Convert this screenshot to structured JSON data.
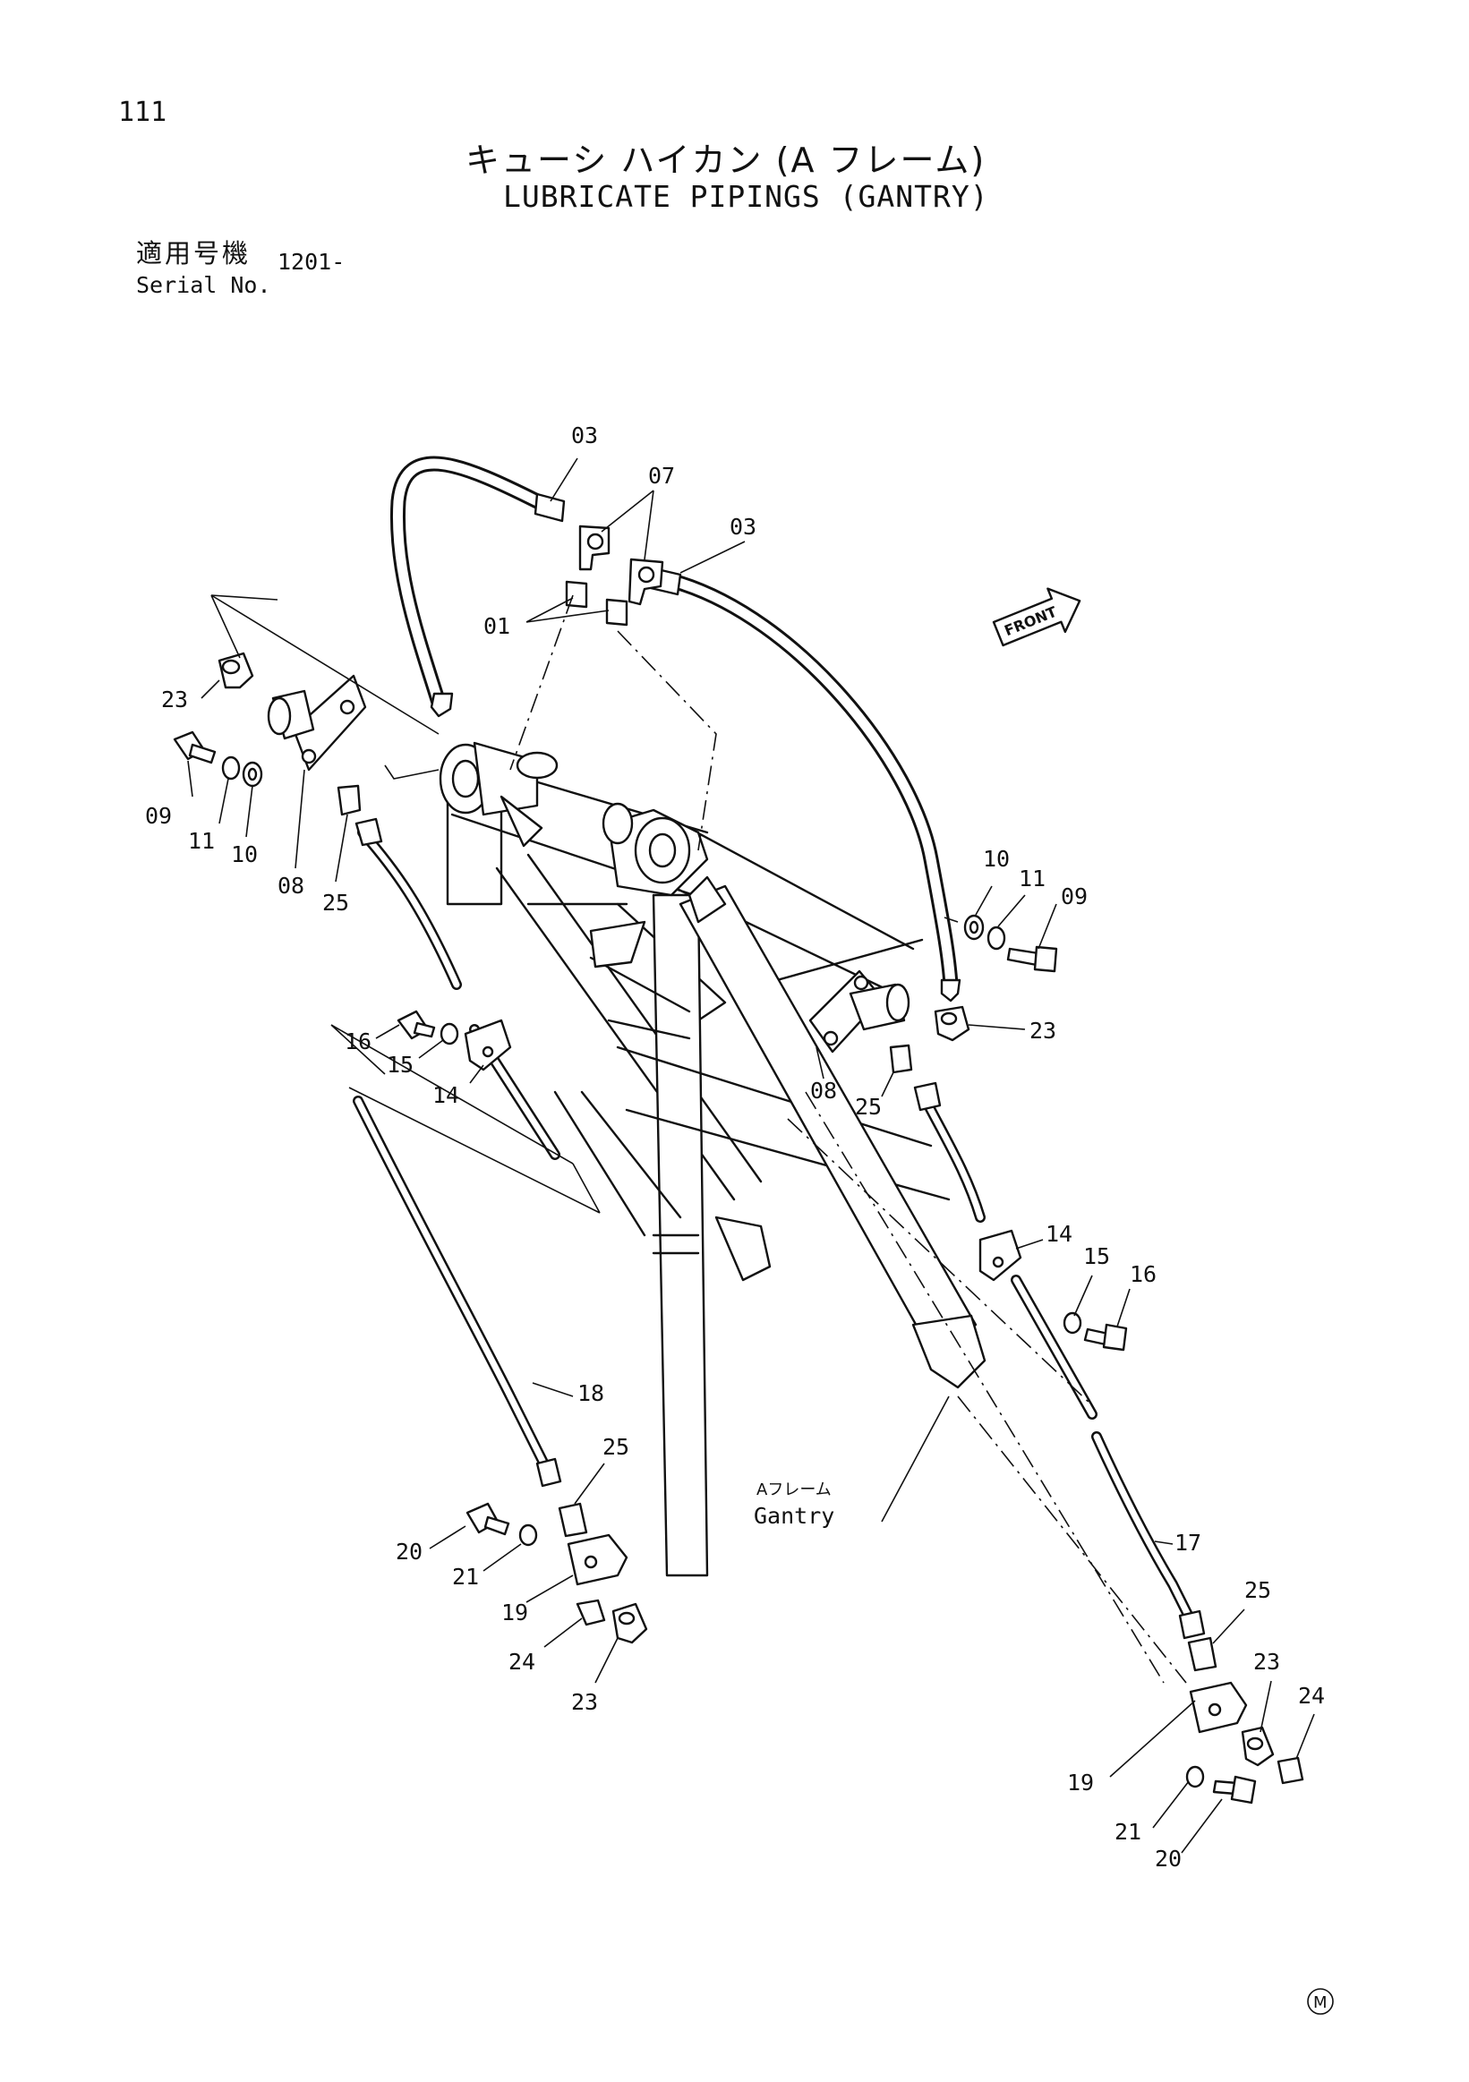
{
  "page": {
    "number": "111"
  },
  "title": {
    "jp": "キューシ ハイカン (A フレーム)",
    "en": "LUBRICATE PIPINGS (GANTRY)"
  },
  "serial": {
    "label_jp": "適用号機",
    "label_en": "Serial No.",
    "value": "1201-"
  },
  "diagram": {
    "front_arrow": "FRONT",
    "gantry_label_jp": "Aフレーム",
    "gantry_label_en": "Gantry",
    "callouts": {
      "c03a": "03",
      "c03b": "03",
      "c07": "07",
      "c01": "01",
      "c23a": "23",
      "c09a": "09",
      "c11a": "11",
      "c10a": "10",
      "c08a": "08",
      "c25a": "25",
      "c16a": "16",
      "c15a": "15",
      "c14a": "14",
      "c10b": "10",
      "c11b": "11",
      "c09b": "09",
      "c23b": "23",
      "c08b": "08",
      "c25b": "25",
      "c14b": "14",
      "c15b": "15",
      "c16b": "16",
      "c18": "18",
      "c25c": "25",
      "c20a": "20",
      "c21a": "21",
      "c19a": "19",
      "c24a": "24",
      "c23c": "23",
      "c17": "17",
      "c25d": "25",
      "c23d": "23",
      "c24b": "24",
      "c19b": "19",
      "c21b": "21",
      "c20b": "20"
    },
    "maker_mark": "M"
  }
}
